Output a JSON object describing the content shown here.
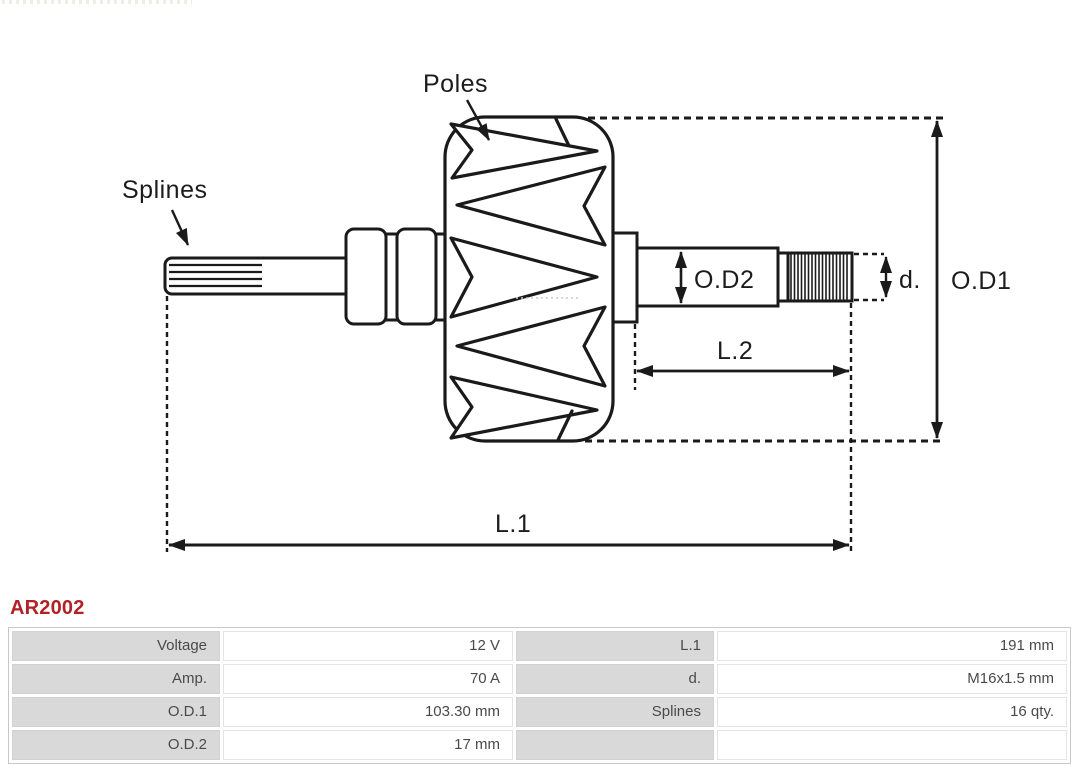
{
  "part": {
    "code": "AR2002",
    "code_color": "#b22126"
  },
  "diagram": {
    "line_color": "#1a1a1a",
    "labels": {
      "poles": "Poles",
      "splines": "Splines",
      "od2": "O.D2",
      "d": "d.",
      "od1": "O.D1",
      "l2": "L.2",
      "l1": "L.1"
    }
  },
  "spec_table": {
    "label_bg": "#d9d9d9",
    "text_color": "#4a4a4a",
    "rows": [
      {
        "c0": "Voltage",
        "c1": "12 V",
        "c2": "L.1",
        "c3": "191 mm"
      },
      {
        "c0": "Amp.",
        "c1": "70 A",
        "c2": "d.",
        "c3": "M16x1.5 mm"
      },
      {
        "c0": "O.D.1",
        "c1": "103.30 mm",
        "c2": "Splines",
        "c3": "16 qty."
      },
      {
        "c0": "O.D.2",
        "c1": "17 mm",
        "c2": "",
        "c3": ""
      }
    ]
  }
}
